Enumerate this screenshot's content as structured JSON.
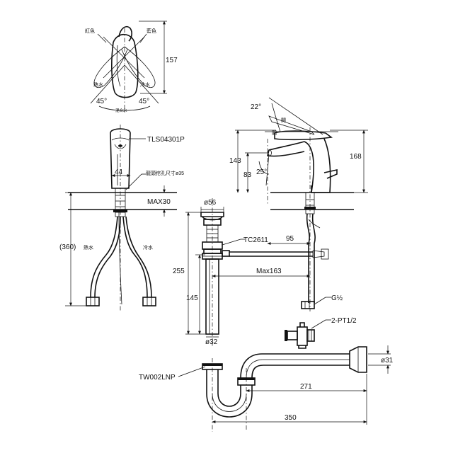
{
  "top_view": {
    "hot_label": "紅色",
    "cold_label": "藍色",
    "hot_water": "熱水",
    "cold_water": "冷水",
    "mixed_water": "混合水",
    "angle_left": "45°",
    "angle_right": "45°",
    "height": "157"
  },
  "front_view": {
    "model": "TLS04301P",
    "dim_44": "44",
    "hole_size": "龍頭挖孔尺寸ø35",
    "max_thickness": "MAX30",
    "supply_length": "(360)",
    "hot_water": "熱水",
    "cold_water": "冷水"
  },
  "side_view": {
    "lever_angle": "22°",
    "label_open": "開",
    "label_close": "關",
    "spout_angle": "25°",
    "height_143": "143",
    "height_83": "83",
    "height_168": "168",
    "dim_95": "95",
    "thread": "G½"
  },
  "drain": {
    "top_diameter": "ø56",
    "model": "TC2611",
    "height_255": "255",
    "height_145": "145",
    "max_rod": "Max163",
    "bottom_diameter": "ø32"
  },
  "valve": {
    "label": "2-PT1/2"
  },
  "trap": {
    "model": "TW002LNP",
    "diameter": "ø31",
    "length_271": "271",
    "length_350": "350"
  }
}
